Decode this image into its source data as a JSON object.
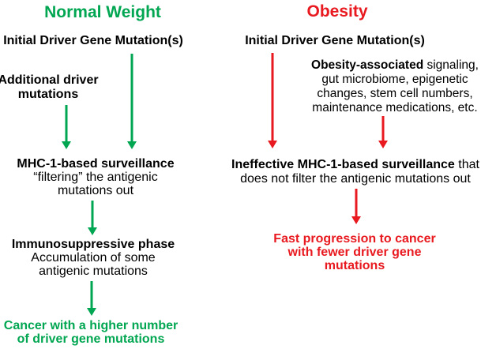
{
  "colors": {
    "green": "#00A651",
    "red": "#E8191F",
    "text": "#000000",
    "bg": "#FFFFFF"
  },
  "left_column": {
    "title": "Normal Weight",
    "initial_mutation": "Initial Driver Gene Mutation(s)",
    "additional_mutations": {
      "line1": "Additional driver",
      "line2": "mutations"
    },
    "surveillance": {
      "heading": "MHC-1-based surveillance",
      "line2": "“filtering” the antigenic",
      "line3": "mutations out"
    },
    "immunosuppressive": {
      "heading": "Immunosuppressive phase",
      "line2": "Accumulation of some",
      "line3": "antigenic mutations"
    },
    "outcome": {
      "line1": "Cancer with a higher number",
      "line2": "of driver gene mutations"
    }
  },
  "right_column": {
    "title": "Obesity",
    "initial_mutation": "Initial Driver Gene Mutation(s)",
    "obesity_factors": {
      "lead_bold": "Obesity-associated",
      "lead_rest": " signaling,",
      "line2": "gut microbiome, epigenetic",
      "line3": "changes, stem cell numbers,",
      "line4": "maintenance medications, etc."
    },
    "surveillance": {
      "lead_bold": "Ineffective MHC-1-based surveillance",
      "lead_rest": " that",
      "line2": "does not filter the antigenic mutations out"
    },
    "outcome": {
      "line1": "Fast progression to cancer",
      "line2": "with fewer driver gene",
      "line3": "mutations"
    }
  }
}
